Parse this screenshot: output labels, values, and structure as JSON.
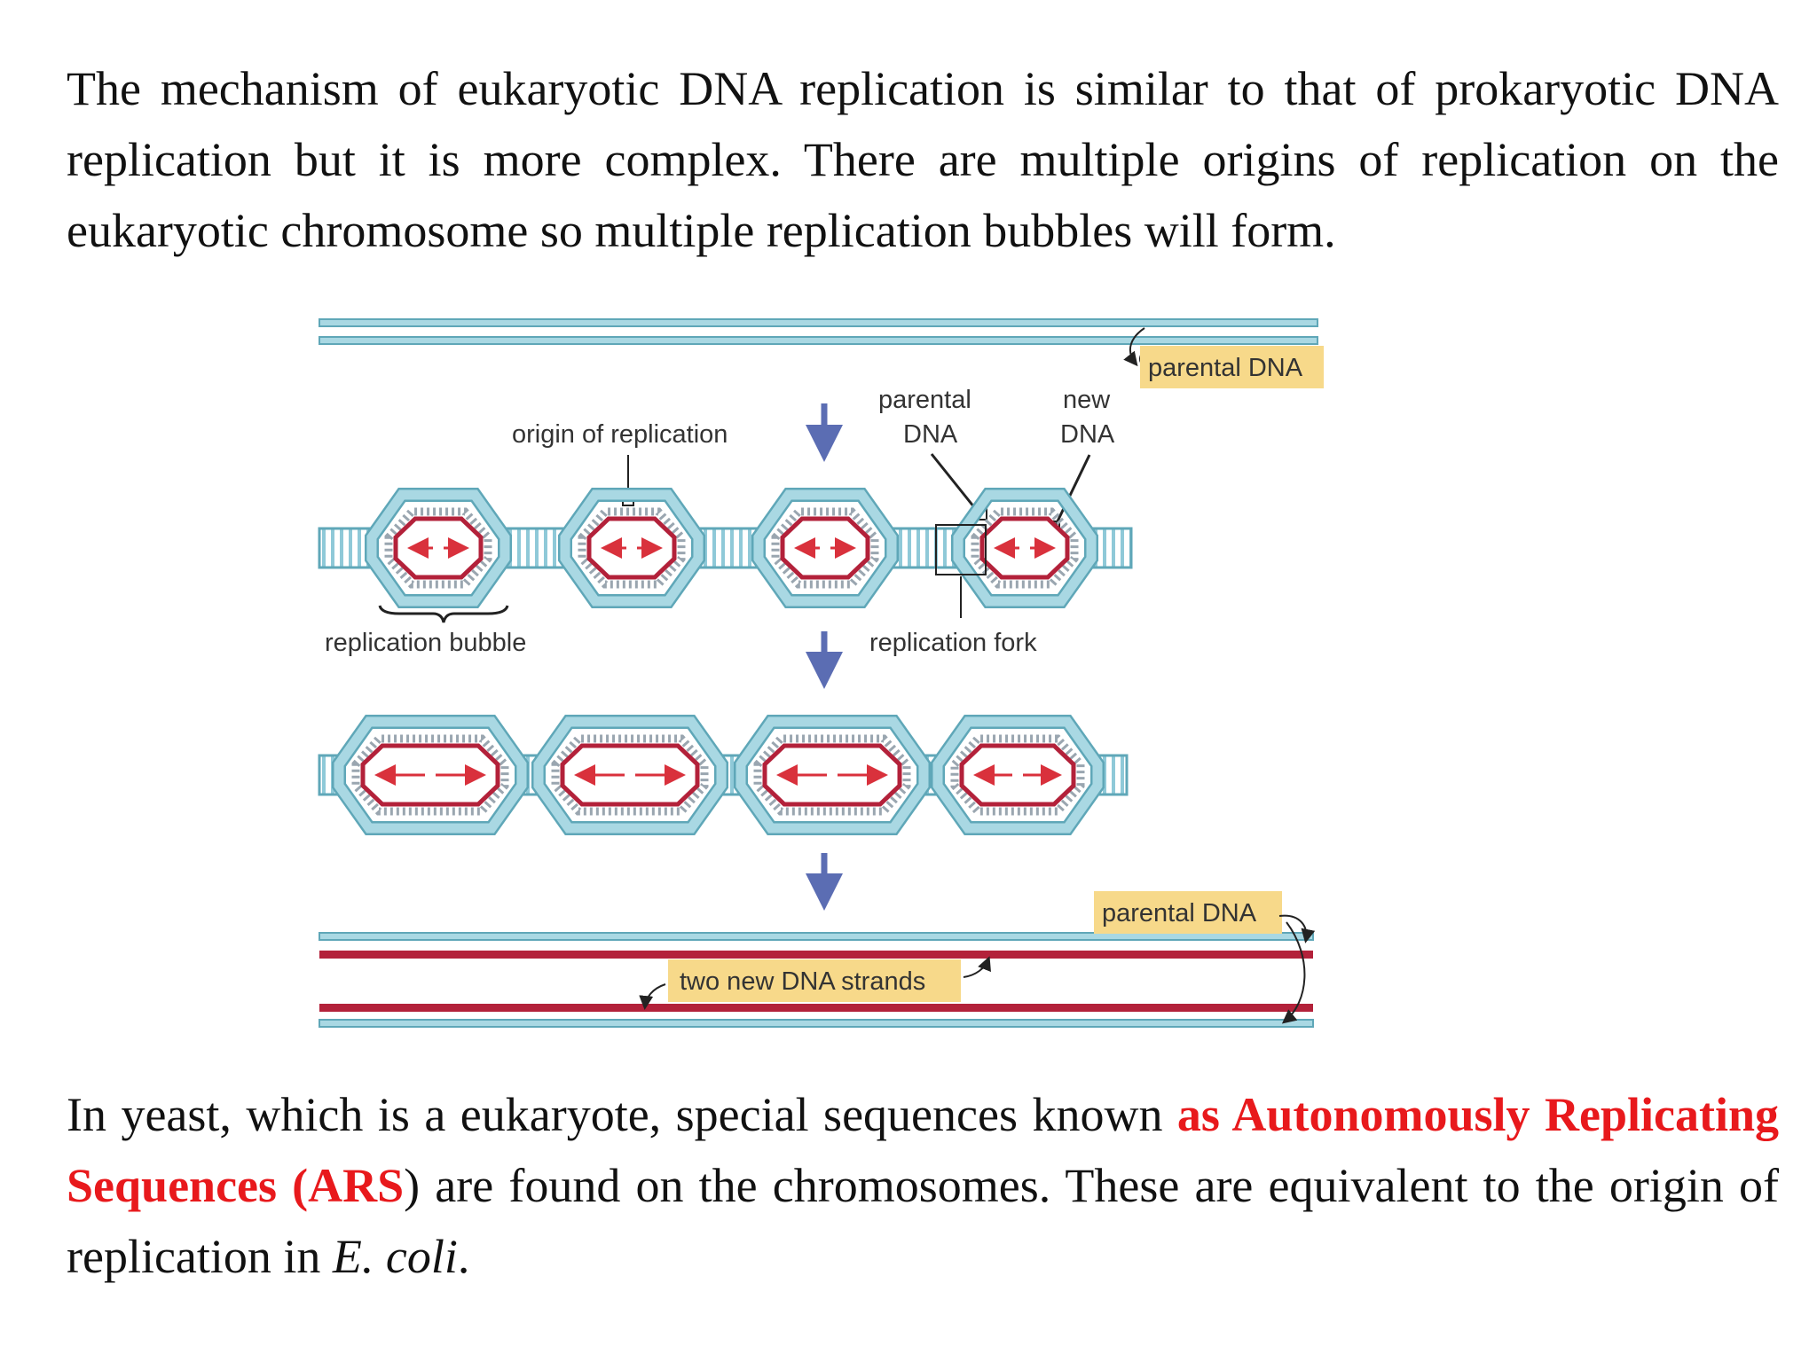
{
  "intro": {
    "text": "The mechanism of eukaryotic DNA replication is similar to that of prokaryotic DNA replication but it is more complex. There are multiple origins of replication on the eukaryotic chromosome so multiple replication bubbles will form."
  },
  "diagram": {
    "labels": {
      "parental_top": "parental DNA",
      "origin": "origin of replication",
      "parental_mid_line1": "parental",
      "parental_mid_line2": "DNA",
      "new_line1": "new",
      "new_line2": "DNA",
      "bubble": "replication bubble",
      "fork": "replication fork",
      "parental_bottom": "parental DNA",
      "two_new": "two new DNA strands"
    },
    "colors": {
      "parental_strand": "#a9d8e3",
      "parental_edge": "#5fa7b8",
      "new_strand": "#b3213a",
      "label_box": "#f7d98a",
      "flow_arrow": "#5b6db3",
      "direction_arrow": "#d9313c"
    }
  },
  "outro": {
    "part1": "In yeast, which is a eukaryote, special sequences known ",
    "highlight": "as Autonomously Replicating Sequences (ARS",
    "part2": ") are found on the chromosomes. These are equivalent to the origin of replication in ",
    "italic": "E. coli",
    "part3": "."
  }
}
